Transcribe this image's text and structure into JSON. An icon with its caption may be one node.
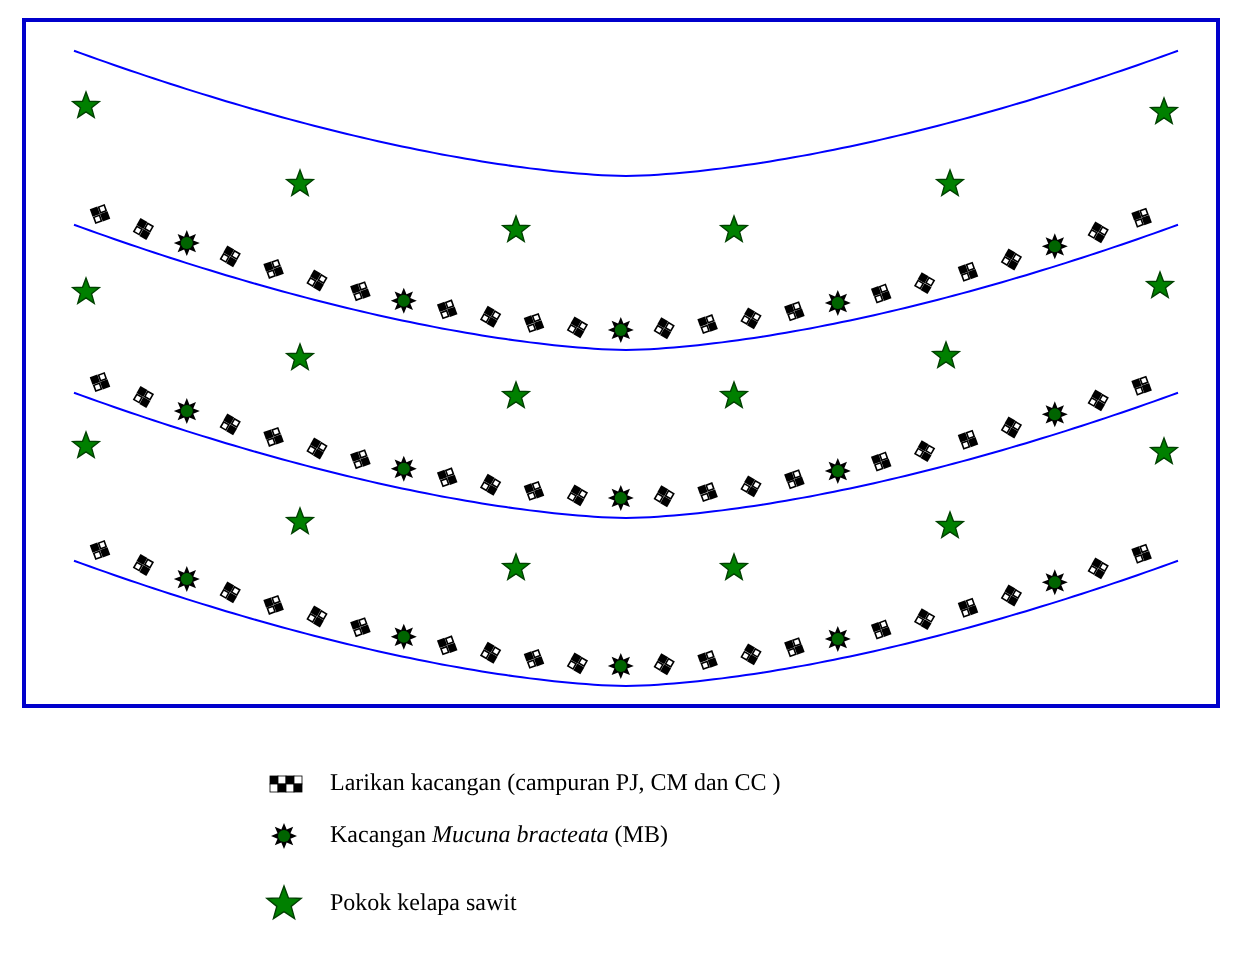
{
  "diagram": {
    "legend": [
      {
        "text": "Larikan kacangan (campuran PJ, CM dan CC )"
      },
      {
        "text": "Kacangan *Mucuna bracteata* (MB)"
      },
      {
        "text": "Pokok kelapa sawit"
      }
    ]
  }
}
